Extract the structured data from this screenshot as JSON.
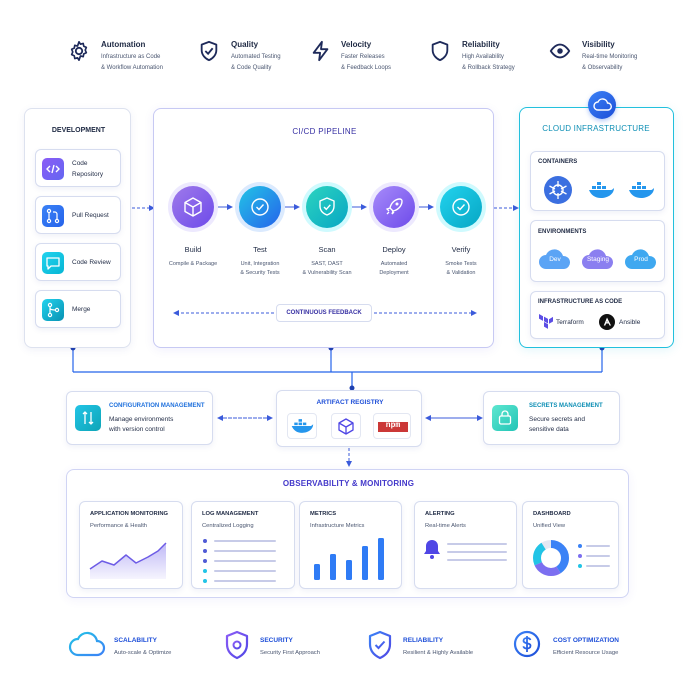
{
  "top_features": [
    {
      "icon": "gear-icon",
      "title": "Automation",
      "line1": "Infrastructure as Code",
      "line2": "& Workflow Automation"
    },
    {
      "icon": "shield-check-icon",
      "title": "Quality",
      "line1": "Automated Testing",
      "line2": "& Code Quality"
    },
    {
      "icon": "lightning-icon",
      "title": "Velocity",
      "line1": "Faster Releases",
      "line2": "& Feedback Loops"
    },
    {
      "icon": "shield-icon",
      "title": "Reliability",
      "line1": "High Availability",
      "line2": "& Rollback Strategy"
    },
    {
      "icon": "eye-icon",
      "title": "Visibility",
      "line1": "Real-time Monitoring",
      "line2": "& Observability"
    }
  ],
  "development": {
    "title": "DEVELOPMENT",
    "items": [
      {
        "icon": "code-icon",
        "label1": "Code",
        "label2": "Repository"
      },
      {
        "icon": "pull-request-icon",
        "label1": "Pull Request",
        "label2": ""
      },
      {
        "icon": "chat-icon",
        "label1": "Code Review",
        "label2": ""
      },
      {
        "icon": "merge-icon",
        "label1": "Merge",
        "label2": ""
      }
    ]
  },
  "pipeline": {
    "title": "CI/CD PIPELINE",
    "stages": [
      {
        "icon": "cube-icon",
        "name": "Build",
        "d1": "Compile & Package",
        "d2": "",
        "color1": "#8b5cf6",
        "color2": "#6d4aea"
      },
      {
        "icon": "check-circle-icon",
        "name": "Test",
        "d1": "Unit, Integration",
        "d2": "& Security Tests",
        "color1": "#3b82f6",
        "color2": "#2563eb"
      },
      {
        "icon": "shield-check-icon",
        "name": "Scan",
        "d1": "SAST, DAST",
        "d2": "& Vulnerability Scan",
        "color1": "#22c4d6",
        "color2": "#0ea5b7"
      },
      {
        "icon": "rocket-icon",
        "name": "Deploy",
        "d1": "Automated",
        "d2": "Deployment",
        "color1": "#8b5cf6",
        "color2": "#6d4aea"
      },
      {
        "icon": "check-circle-icon",
        "name": "Verify",
        "d1": "Smoke Tests",
        "d2": "& Validation",
        "color1": "#22c4d6",
        "color2": "#0ea5b7"
      }
    ],
    "feedback": "CONTINUOUS FEEDBACK"
  },
  "cloud": {
    "title": "CLOUD INFRASTRUCTURE",
    "containers_title": "CONTAINERS",
    "environments_title": "ENVIRONMENTS",
    "environments": [
      "Dev",
      "Staging",
      "Prod"
    ],
    "iac_title": "INFRASTRUCTURE AS CODE",
    "iac": [
      "Terraform",
      "Ansible"
    ]
  },
  "config": {
    "title": "CONFIGURATION MANAGEMENT",
    "line1": "Manage environments",
    "line2": "with version control"
  },
  "artifact": {
    "title": "ARTIFACT REGISTRY",
    "npm": "npm"
  },
  "secrets": {
    "title": "SECRETS MANAGEMENT",
    "line1": "Secure secrets and",
    "line2": "sensitive data"
  },
  "observability": {
    "title": "OBSERVABILITY & MONITORING",
    "cards": [
      {
        "title": "APPLICATION MONITORING",
        "sub": "Performance & Health"
      },
      {
        "title": "LOG MANAGEMENT",
        "sub": "Centralized Logging"
      },
      {
        "title": "METRICS",
        "sub": "Infrastructure Metrics"
      },
      {
        "title": "ALERTING",
        "sub": "Real-time Alerts"
      },
      {
        "title": "DASHBOARD",
        "sub": "Unified View"
      }
    ]
  },
  "bottom_features": [
    {
      "icon": "cloud-icon",
      "title": "SCALABILITY",
      "sub": "Auto-scale & Optimize"
    },
    {
      "icon": "security-shield-icon",
      "title": "SECURITY",
      "sub": "Security First Approach"
    },
    {
      "icon": "reliability-shield-icon",
      "title": "RELIABILITY",
      "sub": "Resilient & Highly Available"
    },
    {
      "icon": "dollar-icon",
      "title": "COST OPTIMIZATION",
      "sub": "Efficient Resource Usage"
    }
  ],
  "colors": {
    "accent": "#4f46e5",
    "cyan": "#06b6d4",
    "purple": "#7c3aed",
    "line": "#2563eb"
  }
}
